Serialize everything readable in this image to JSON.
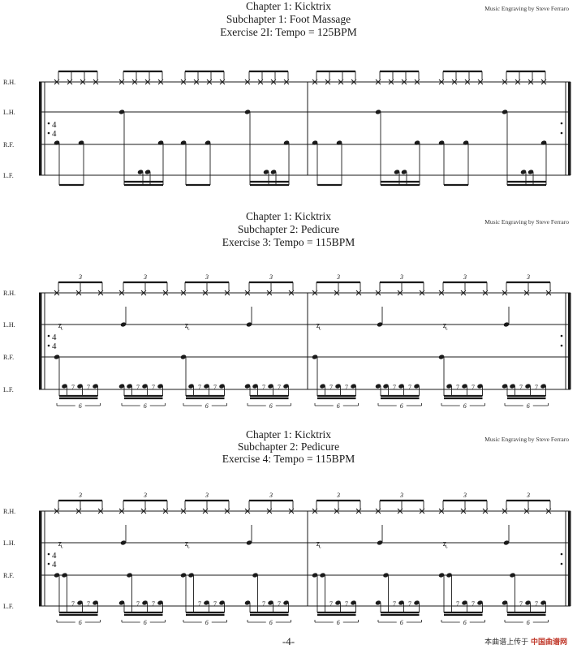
{
  "header_credit": "Music Engraving by Steve Ferraro",
  "exercises": [
    {
      "chapter": "Chapter 1: Kicktrix",
      "subchapter": "Subchapter 1: Foot Massage",
      "exercise": "Exercise 2I: Tempo = 125BPM",
      "credit": "Music Engraving by Steve Ferraro",
      "time_signature": [
        "4",
        "4"
      ],
      "staff_labels": [
        "R.H.",
        "L.H.",
        "R.F.",
        "L.F."
      ],
      "rh_tuplet": ""
    },
    {
      "chapter": "Chapter 1: Kicktrix",
      "subchapter": "Subchapter 2: Pedicure",
      "exercise": "Exercise 3: Tempo = 115BPM",
      "credit": "Music Engraving by Steve Ferraro",
      "time_signature": [
        "4",
        "4"
      ],
      "staff_labels": [
        "R.H.",
        "L.H.",
        "R.F.",
        "L.F."
      ],
      "rh_tuplet": "3",
      "feet_tuplet": "6"
    },
    {
      "chapter": "Chapter 1: Kicktrix",
      "subchapter": "Subchapter 2: Pedicure",
      "exercise": "Exercise 4: Tempo = 115BPM",
      "credit": "Music Engraving by Steve Ferraro",
      "time_signature": [
        "4",
        "4"
      ],
      "staff_labels": [
        "R.H.",
        "L.H.",
        "R.F.",
        "L.F."
      ],
      "rh_tuplet": "3",
      "feet_tuplet": "6"
    }
  ],
  "page_number": "-4-",
  "watermark": {
    "prefix": "本曲谱上传于",
    "brand": "中国曲谱网"
  }
}
